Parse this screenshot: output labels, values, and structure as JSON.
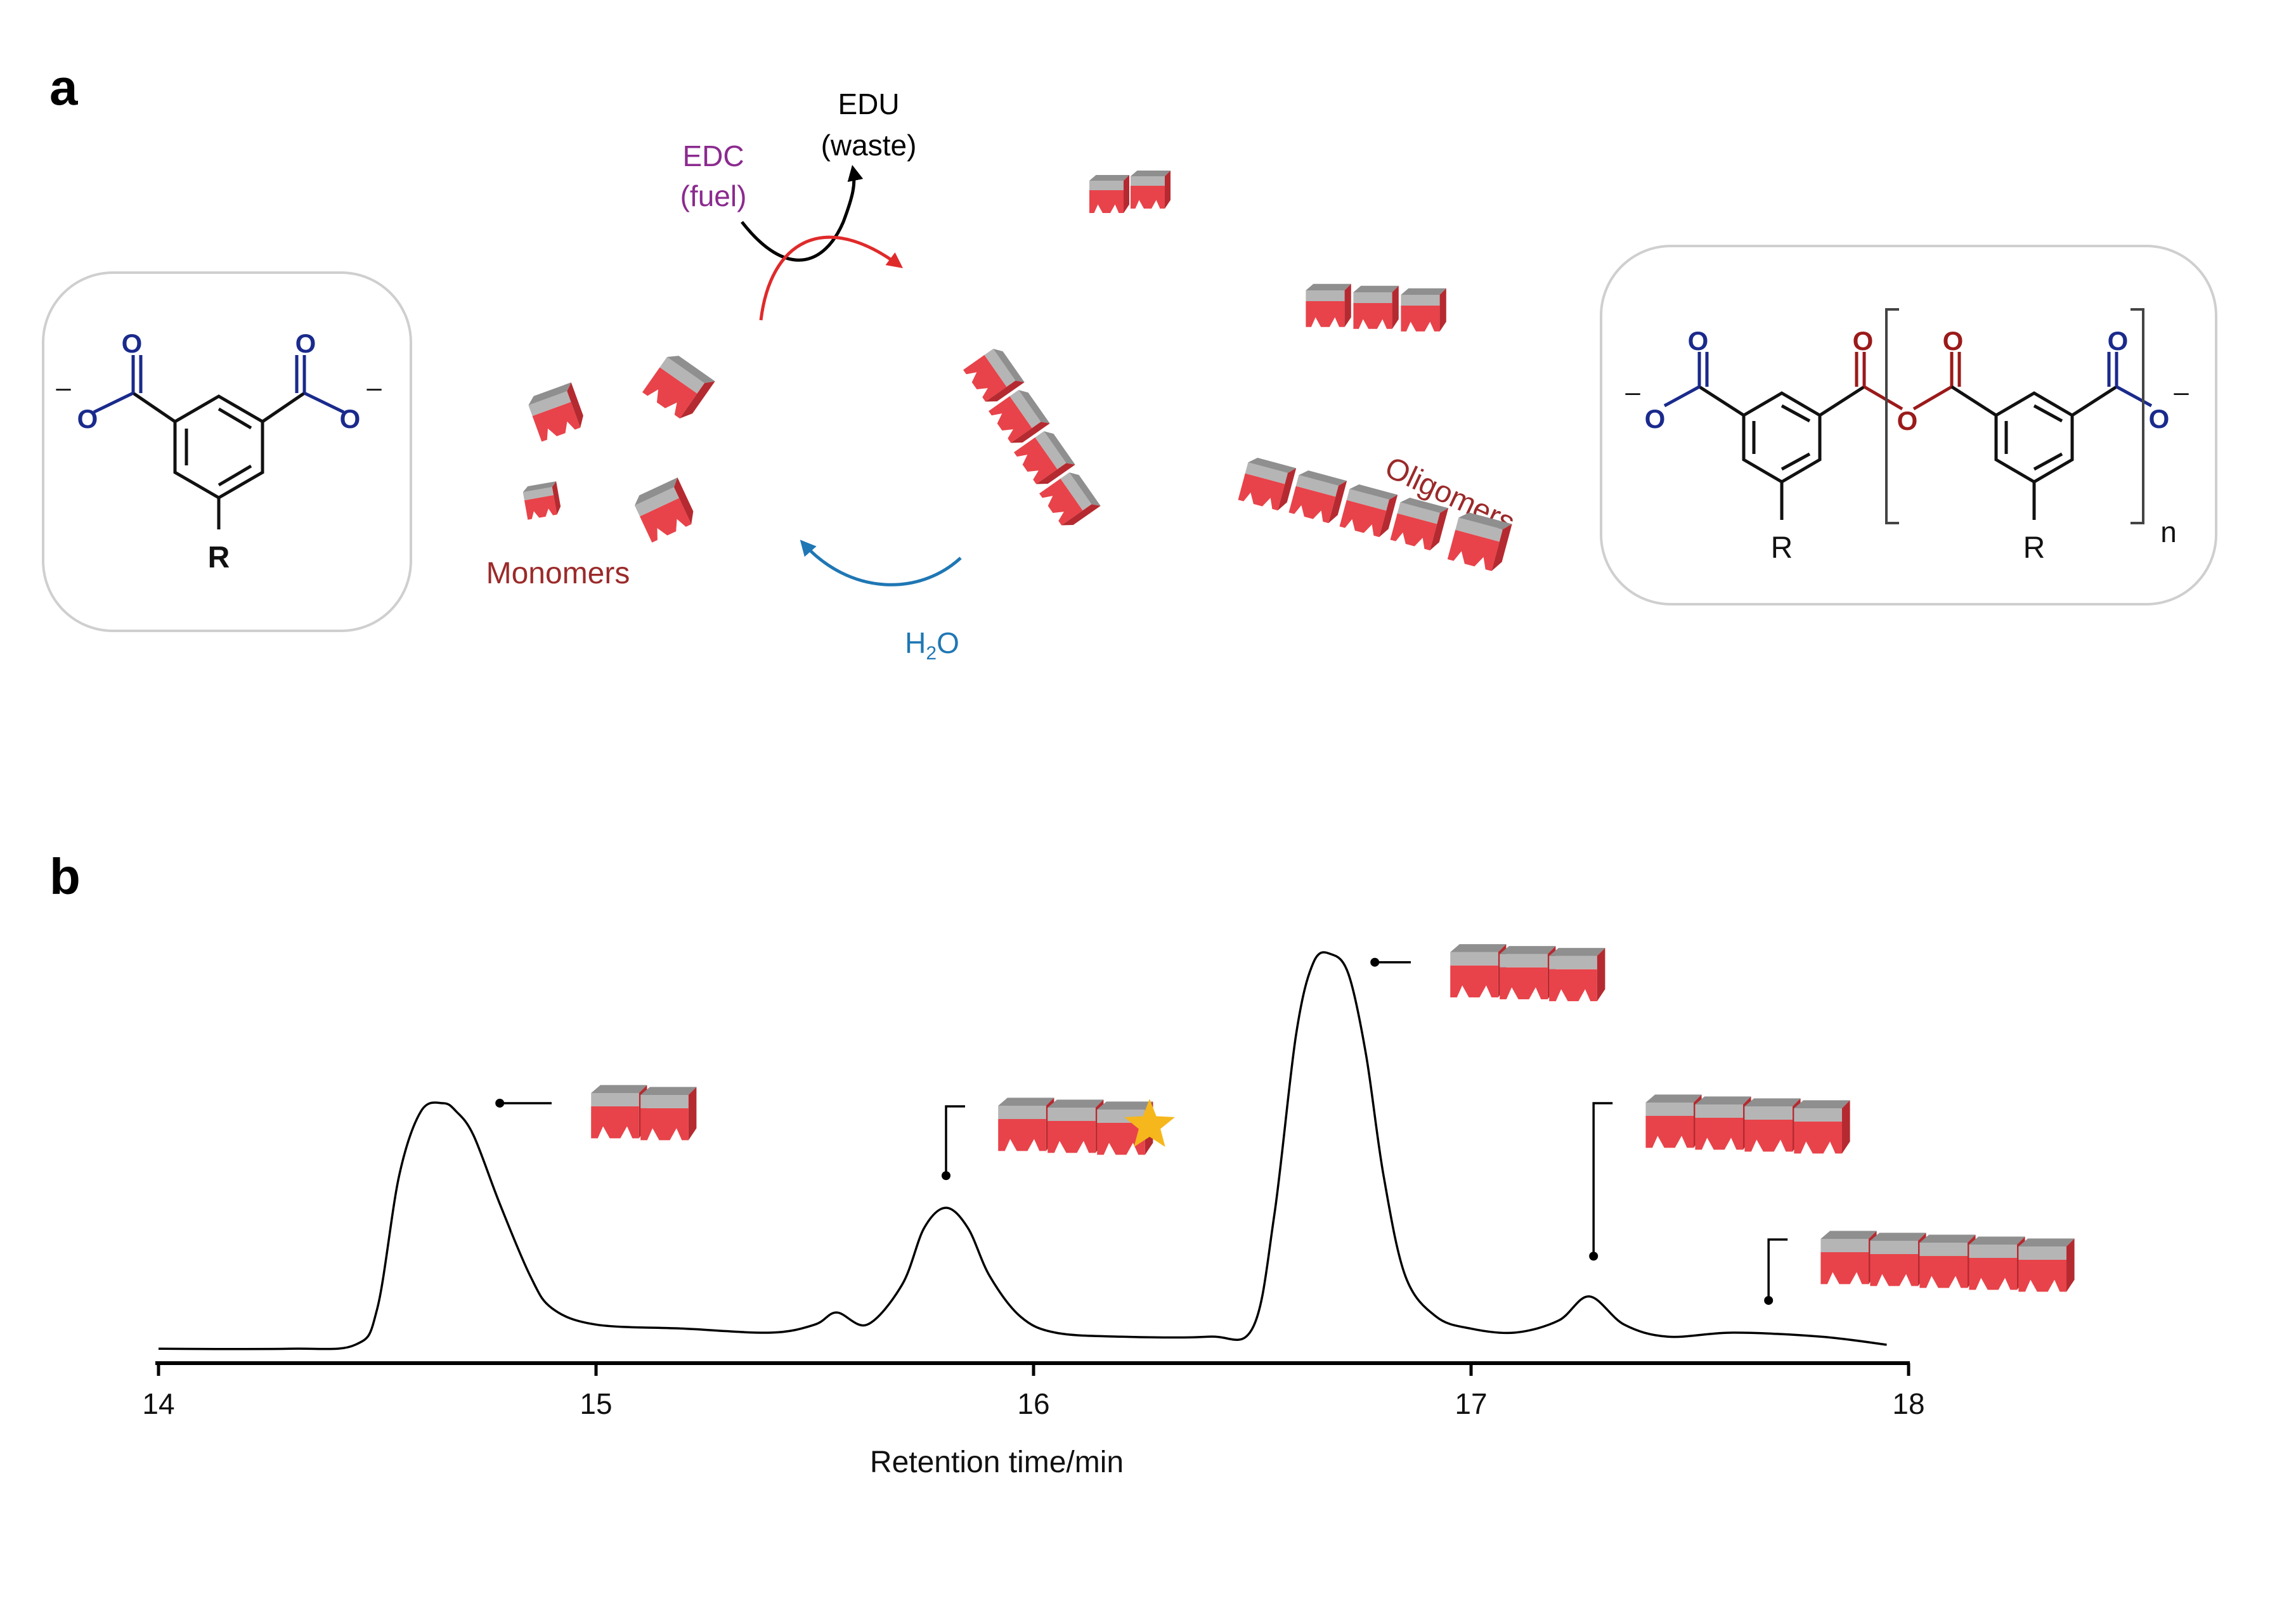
{
  "panel_a": {
    "label": "a",
    "cycle": {
      "fuel_line1": "EDC",
      "fuel_line2": "(fuel)",
      "waste_line1": "EDU",
      "waste_line2": "(waste)",
      "water_h": "H",
      "water_sub": "2",
      "water_o": "O",
      "monomers_label": "Monomers",
      "oligomers_label": "Oligomers"
    },
    "structure_left": {
      "o_top_left": "O",
      "o_top_right": "O",
      "o_side_left": "O",
      "o_side_right": "O",
      "minus": "–",
      "r_label": "R"
    },
    "structure_right": {
      "o_labels": [
        "O",
        "O",
        "O",
        "O",
        "O",
        "O",
        "O"
      ],
      "minus": "–",
      "r_label": "R",
      "repeat_n": "n"
    }
  },
  "panel_b": {
    "label": "b",
    "xlabel": "Retention time/min",
    "tick_labels": [
      "14",
      "15",
      "16",
      "17",
      "18"
    ]
  },
  "colors": {
    "carboxylate_blue": "#1a2a8c",
    "anhydride_red": "#9b1a1a",
    "fuel_purple": "#8b2a8f",
    "water_blue": "#1f77b4",
    "arrow_red": "#e02a2a",
    "label_dark_red": "#9b2a2a",
    "block_red": "#e8434a",
    "block_grey": "#a7a7a7",
    "star": "#f6b71c"
  },
  "chart_data": {
    "type": "line",
    "xlabel": "Retention time/min",
    "xlim": [
      14,
      18
    ],
    "ylim": [
      0,
      1
    ],
    "ticks": [
      14,
      15,
      16,
      17,
      18
    ],
    "series": [
      {
        "x": [
          14.0,
          14.3,
          14.45,
          14.5,
          14.55,
          14.6,
          14.65,
          14.68,
          14.72,
          14.78,
          14.85,
          14.9,
          15.0,
          15.2,
          15.4,
          15.5,
          15.55,
          15.62,
          15.7,
          15.75,
          15.8,
          15.85,
          15.9,
          15.97,
          16.05,
          16.2,
          16.4,
          16.5,
          16.55,
          16.6,
          16.64,
          16.68,
          16.72,
          16.76,
          16.8,
          16.85,
          16.92,
          17.0,
          17.1,
          17.2,
          17.27,
          17.35,
          17.45,
          17.6,
          17.8,
          17.95
        ],
        "y": [
          0.02,
          0.02,
          0.03,
          0.12,
          0.45,
          0.61,
          0.63,
          0.61,
          0.55,
          0.38,
          0.2,
          0.12,
          0.08,
          0.07,
          0.06,
          0.08,
          0.11,
          0.08,
          0.18,
          0.32,
          0.37,
          0.32,
          0.2,
          0.1,
          0.06,
          0.05,
          0.05,
          0.07,
          0.35,
          0.8,
          0.98,
          1.0,
          0.95,
          0.75,
          0.45,
          0.2,
          0.1,
          0.07,
          0.06,
          0.09,
          0.15,
          0.08,
          0.05,
          0.06,
          0.05,
          0.03
        ]
      }
    ],
    "peak_annotations": [
      {
        "x": 14.78,
        "y": 0.63,
        "blocks": 2,
        "star": false
      },
      {
        "x": 15.8,
        "y": 0.45,
        "blocks": 3,
        "star": true
      },
      {
        "x": 16.78,
        "y": 0.98,
        "blocks": 3,
        "star": false
      },
      {
        "x": 17.28,
        "y": 0.25,
        "blocks": 4,
        "star": false
      },
      {
        "x": 17.68,
        "y": 0.14,
        "blocks": 5,
        "star": false
      }
    ]
  }
}
